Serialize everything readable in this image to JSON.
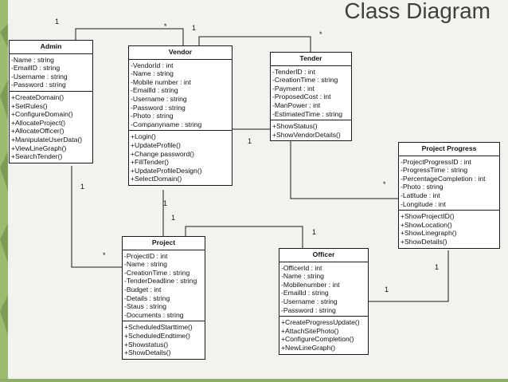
{
  "slide": {
    "title": "Class Diagram"
  },
  "classes": {
    "admin": {
      "name": "Admin",
      "attributes": [
        "-Name : string",
        "-EmailID : string",
        "-Username : string",
        "-Password : string"
      ],
      "operations": [
        "+CreateDomain()",
        "+SetRules()",
        "+ConfigureDomain()",
        "+AllocateProject()",
        "+AllocateOfficer()",
        "+ManipulateUserData()",
        "+ViewLineGraph()",
        "+SearchTender()"
      ]
    },
    "vendor": {
      "name": "Vendor",
      "attributes": [
        "-VendorId : int",
        "-Name : string",
        "-Mobile number : int",
        "-EmailId : string",
        "-Username : string",
        "-Password : string",
        "-Photo : string",
        "-Companyname : string"
      ],
      "operations": [
        "+Login()",
        "+UpdateProfile()",
        "+Change password()",
        "+FillTender()",
        "+UpdateProfileDesign()",
        "+SelectDomain()"
      ]
    },
    "tender": {
      "name": "Tender",
      "attributes": [
        "-TenderID : int",
        "-CreationTime : string",
        "-Payment : int",
        "-ProposedCost : int",
        "-ManPower : int",
        "-EstimatedTime : string"
      ],
      "operations": [
        "+ShowStatus()",
        "+ShowVendorDetails()"
      ]
    },
    "progress": {
      "name": "Project Progress",
      "attributes": [
        "-ProjectProgressID : int",
        "-ProgressTime : string",
        "-PercentageCompletion : int",
        "-Photo : string",
        "-Latitude : int",
        "-Longitude : int"
      ],
      "operations": [
        "+ShowProjectID()",
        "+ShowLocation()",
        "+ShowLinegraph()",
        "+ShowDetails()"
      ]
    },
    "project": {
      "name": "Project",
      "attributes": [
        "-ProjectID : int",
        "-Name : string",
        "-CreationTime : string",
        "-TenderDeadline : string",
        "-Budget : int",
        "-Details : string",
        "-Staus : string",
        "-Documents : string"
      ],
      "operations": [
        "+ScheduledStarttime()",
        "+ScheduledEndtime()",
        "+Showstatus()",
        "+ShowDetails()"
      ]
    },
    "officer": {
      "name": "Officer",
      "attributes": [
        "-OfficerId : int",
        "-Name : string",
        "-Mobilenumber : int",
        "-EmailId : string",
        "-Username : string",
        "-Password : string"
      ],
      "operations": [
        "+CreateProgressUpdate()",
        "+AttachSitePhoto()",
        "+ConfigureCompletion()",
        "+NewLineGraph()"
      ]
    }
  },
  "multiplicities": {
    "admin_vendor_one": "1",
    "vendor_admin_many": "*",
    "vendor_tender_one": "1",
    "tender_vendor_many": "*",
    "vendor_progress_one": "1",
    "progress_many": "*",
    "admin_project_one": "1",
    "project_admin_many": "*",
    "vendor_project_one": "1",
    "project_vendor_one": "1",
    "project_officer_one": "1",
    "officer_progress_one": "1",
    "progress_officer_one": "1"
  }
}
